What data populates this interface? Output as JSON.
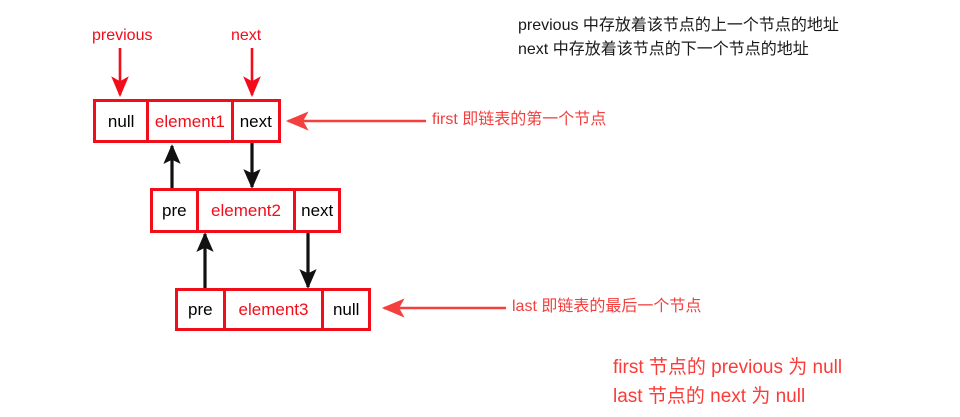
{
  "diagram": {
    "title": "Doubly linked list node structure",
    "colors": {
      "node_border": "#f20d1a",
      "element_text": "#f20d1a",
      "field_text": "#000000",
      "callout": "#f3403f",
      "note_red": "#fb3b39",
      "note_black": "#1a1a1a",
      "arrow_black": "#111111",
      "background": "#ffffff"
    },
    "pointer_labels": [
      {
        "name": "previous-pointer-label",
        "text": "previous"
      },
      {
        "name": "next-pointer-label",
        "text": "next"
      }
    ],
    "nodes": [
      {
        "id": "node-1",
        "name": "linked-list-node-first",
        "cells": [
          {
            "name": "prev-field",
            "text": "null",
            "kind": "field"
          },
          {
            "name": "element-field",
            "text": "element1",
            "kind": "element"
          },
          {
            "name": "next-field",
            "text": "next",
            "kind": "field"
          }
        ]
      },
      {
        "id": "node-2",
        "name": "linked-list-node-middle",
        "cells": [
          {
            "name": "prev-field",
            "text": "pre",
            "kind": "field"
          },
          {
            "name": "element-field",
            "text": "element2",
            "kind": "element"
          },
          {
            "name": "next-field",
            "text": "next",
            "kind": "field"
          }
        ]
      },
      {
        "id": "node-3",
        "name": "linked-list-node-last",
        "cells": [
          {
            "name": "prev-field",
            "text": "pre",
            "kind": "field"
          },
          {
            "name": "element-field",
            "text": "element3",
            "kind": "element"
          },
          {
            "name": "next-field",
            "text": "null",
            "kind": "field"
          }
        ]
      }
    ],
    "callouts": [
      {
        "name": "first-node-callout",
        "text": "first 即链表的第一个节点"
      },
      {
        "name": "last-node-callout",
        "text": "last 即链表的最后一个节点"
      }
    ],
    "notes": {
      "top_right": [
        "previous 中存放着该节点的上一个节点的地址",
        "next 中存放着该节点的下一个节点的地址"
      ],
      "bottom_right": [
        "first 节点的 previous 为 null",
        "last 节点的 next 为 null"
      ]
    }
  }
}
